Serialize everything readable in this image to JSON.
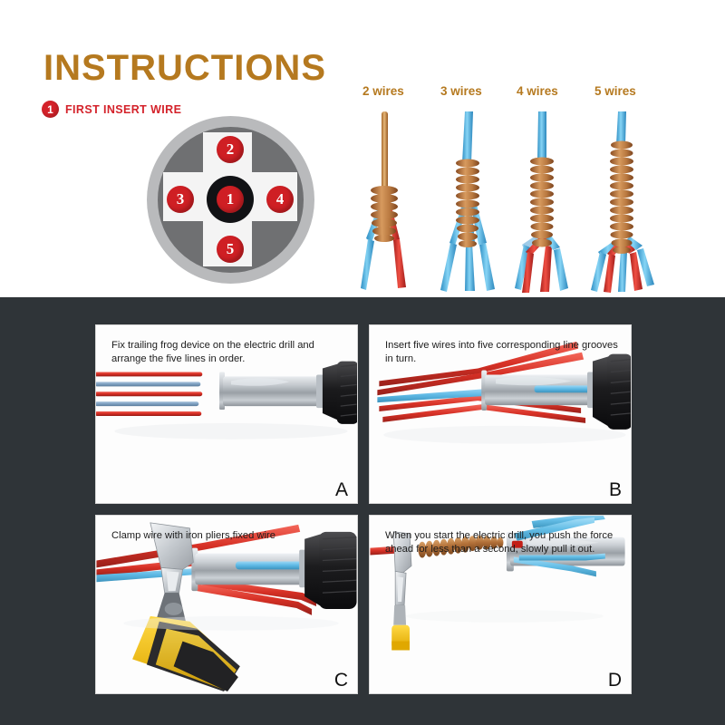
{
  "header": {
    "title": "INSTRUCTIONS",
    "step_number": "1",
    "step_label": "FIRST INSERT WIRE",
    "title_color": "#b5791f",
    "step_color": "#d4222a"
  },
  "connector_diagram": {
    "name": "five-hole-wire-connector",
    "slots": [
      "1",
      "2",
      "3",
      "4",
      "5"
    ],
    "center_slot": "1",
    "ring_color": "#b9babc",
    "body_color": "#6f7072",
    "hub_color": "#111215",
    "slot_color": "#cf1f24"
  },
  "wire_examples": {
    "labels": [
      "2 wires",
      "3 wires",
      "4 wires",
      "5 wires"
    ],
    "label_color": "#b5791f",
    "figures": [
      {
        "name": "twisted-pair-2-wires",
        "strands": [
          "#d9a25a",
          "#e23b33",
          "#3fa9e0"
        ]
      },
      {
        "name": "twisted-pair-3-wires",
        "strands": [
          "#5cc2ee",
          "#5cc2ee",
          "#5cc2ee"
        ]
      },
      {
        "name": "twisted-pair-4-wires",
        "strands": [
          "#5cc2ee",
          "#e23b33",
          "#e23b33",
          "#3fa9e0"
        ]
      },
      {
        "name": "twisted-pair-5-wires",
        "strands": [
          "#5cc2ee",
          "#e23b33",
          "#3fa9e0",
          "#e23b33",
          "#3fa9e0"
        ]
      }
    ]
  },
  "steps": [
    {
      "letter": "A",
      "text": "Fix trailing frog device on the electric drill and arrange the five lines in order.",
      "art": "wires-and-drill-device"
    },
    {
      "letter": "B",
      "text": "Insert five wires into five corresponding line grooves in turn.",
      "art": "wires-inserted-in-grooves"
    },
    {
      "letter": "C",
      "text": "Clamp wire with iron pliers,fixed wire",
      "art": "pliers-clamping-wire"
    },
    {
      "letter": "D",
      "text": "When you start the electric drill, you push the force ahead for less than a second, slowly pull it out.",
      "art": "twisted-wire-result"
    }
  ],
  "colors": {
    "background": "#ffffff",
    "dark_panel": "#2f3438",
    "wire_red": "#e23b33",
    "wire_blue": "#4db4e8",
    "copper": "#b06a33",
    "metal": "#c9ccd1"
  }
}
